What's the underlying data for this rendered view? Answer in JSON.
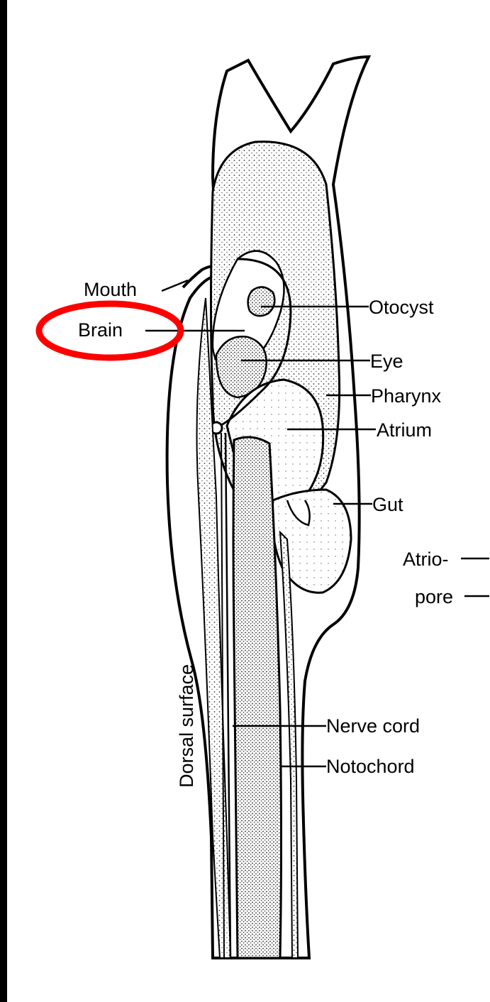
{
  "labels": {
    "mouth": "Mouth",
    "brain": "Brain",
    "otocyst": "Otocyst",
    "eye": "Eye",
    "pharynx": "Pharynx",
    "atrium": "Atrium",
    "gut": "Gut",
    "atrio": "Atrio-",
    "pore": "pore",
    "nerve_cord": "Nerve cord",
    "notochord": "Notochord",
    "dorsal_surface": "Dorsal surface"
  },
  "highlight": {
    "target": "Brain",
    "color": "#ff0000"
  }
}
